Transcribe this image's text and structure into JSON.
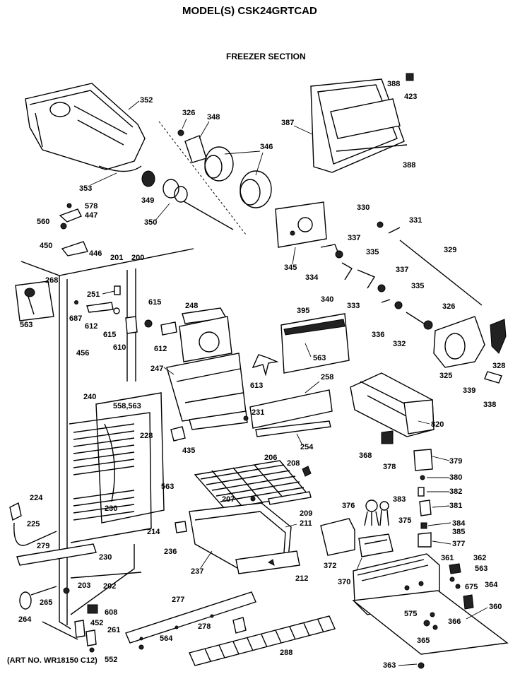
{
  "header": {
    "model_title": "MODEL(S) CSK24GRTCAD",
    "section_title": "FREEZER SECTION",
    "art_number": "(ART NO. WR18150 C12)"
  },
  "part_numbers": {
    "p352": "352",
    "p326": "326",
    "p348": "348",
    "p346": "346",
    "p353": "353",
    "p349": "349",
    "p350": "350",
    "p387": "387",
    "p388a": "388",
    "p388b": "388",
    "p423": "423",
    "p578": "578",
    "p447": "447",
    "p560": "560",
    "p450": "450",
    "p446": "446",
    "p201": "201",
    "p200": "200",
    "p268": "268",
    "p251": "251",
    "p615a": "615",
    "p615b": "615",
    "p687": "687",
    "p612a": "612",
    "p612b": "612",
    "p610": "610",
    "p563a": "563",
    "p563b": "563",
    "p563c": "563",
    "p563d": "563",
    "p248": "248",
    "p456": "456",
    "p247": "247",
    "p613": "613",
    "p395": "395",
    "p330": "330",
    "p331": "331",
    "p337a": "337",
    "p337b": "337",
    "p329": "329",
    "p335a": "335",
    "p335b": "335",
    "p345": "345",
    "p334": "334",
    "p340": "340",
    "p333": "333",
    "p336": "336",
    "p332": "332",
    "p325": "325",
    "p328": "328",
    "p339": "339",
    "p338": "338",
    "p820": "820",
    "p258": "258",
    "p231": "231",
    "p254": "254",
    "p240": "240",
    "p558_563": "558,563",
    "p228": "228",
    "p435": "435",
    "p368": "368",
    "p378": "378",
    "p379": "379",
    "p380": "380",
    "p382": "382",
    "p381": "381",
    "p383": "383",
    "p376": "376",
    "p375": "375",
    "p384": "384",
    "p385": "385",
    "p377": "377",
    "p206": "206",
    "p208": "208",
    "p207": "207",
    "p209": "209",
    "p211": "211",
    "p230a": "230",
    "p230b": "230",
    "p224": "224",
    "p225": "225",
    "p279": "279",
    "p214": "214",
    "p236": "236",
    "p237": "237",
    "p212": "212",
    "p372": "372",
    "p370": "370",
    "p361": "361",
    "p362": "362",
    "p675": "675",
    "p364": "364",
    "p202": "202",
    "p203": "203",
    "p265": "265",
    "p264": "264",
    "p608": "608",
    "p452": "452",
    "p261": "261",
    "p552": "552",
    "p277": "277",
    "p278": "278",
    "p564": "564",
    "p288": "288",
    "p575": "575",
    "p366": "366",
    "p365": "365",
    "p360": "360",
    "p363": "363"
  }
}
